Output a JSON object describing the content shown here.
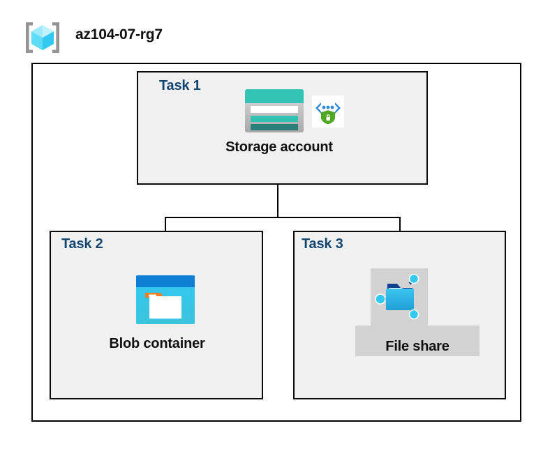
{
  "header": {
    "icon": "azure-resource-group-icon",
    "title": "az104-07-rg7"
  },
  "diagram": {
    "container": {
      "name": "resource-group-boundary",
      "fill": "#ffffff",
      "border_color": "#000000"
    },
    "box_fill": "#f0f0f0",
    "label_color": "#14456f",
    "caption_color": "#101010",
    "highlight_color": "#d2d2d2",
    "tasks": [
      {
        "label": "Task 1",
        "caption": "Storage account",
        "icons": [
          "storage-account-icon",
          "private-endpoint-shield-icon"
        ],
        "highlighted": false
      },
      {
        "label": "Task 2",
        "caption": "Blob container",
        "icons": [
          "blob-container-icon"
        ],
        "highlighted": false
      },
      {
        "label": "Task 3",
        "caption": "File share",
        "icons": [
          "file-share-icon"
        ],
        "highlighted": true
      }
    ],
    "connectors": {
      "type": "tree",
      "from": "Task 1",
      "to": [
        "Task 2",
        "Task 3"
      ],
      "color": "#000000"
    }
  },
  "palette": {
    "resource_group_cube": "#46d7f7",
    "resource_group_bracket": "#949494",
    "storage_teal": "#32c3b4",
    "storage_teal_dark": "#2a8078",
    "storage_gray": "#b4b4b4",
    "blob_header_blue": "#0f7fd4",
    "blob_body_cyan": "#31c6ef",
    "blob_tab_orange": "#f07c23",
    "fileshare_blue": "#31b4e8",
    "fileshare_node": "#32c8f0",
    "shield_green": "#4fa723",
    "bracket_blue": "#2c8ad6"
  }
}
